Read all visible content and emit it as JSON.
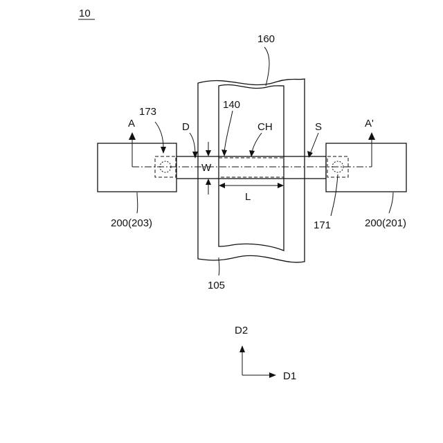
{
  "figure": {
    "number": "10"
  },
  "labels": {
    "gate_line": "160",
    "active_layer": "140",
    "channel": "CH",
    "drain": "D",
    "source": "S",
    "width": "W",
    "length": "L",
    "section_start": "A",
    "section_end": "A'",
    "drain_contact": "173",
    "source_contact": "171",
    "drain_electrode": "200(203)",
    "source_electrode": "200(201)",
    "gate_insulator": "105"
  },
  "axes": {
    "vertical": "D2",
    "horizontal": "D1"
  }
}
